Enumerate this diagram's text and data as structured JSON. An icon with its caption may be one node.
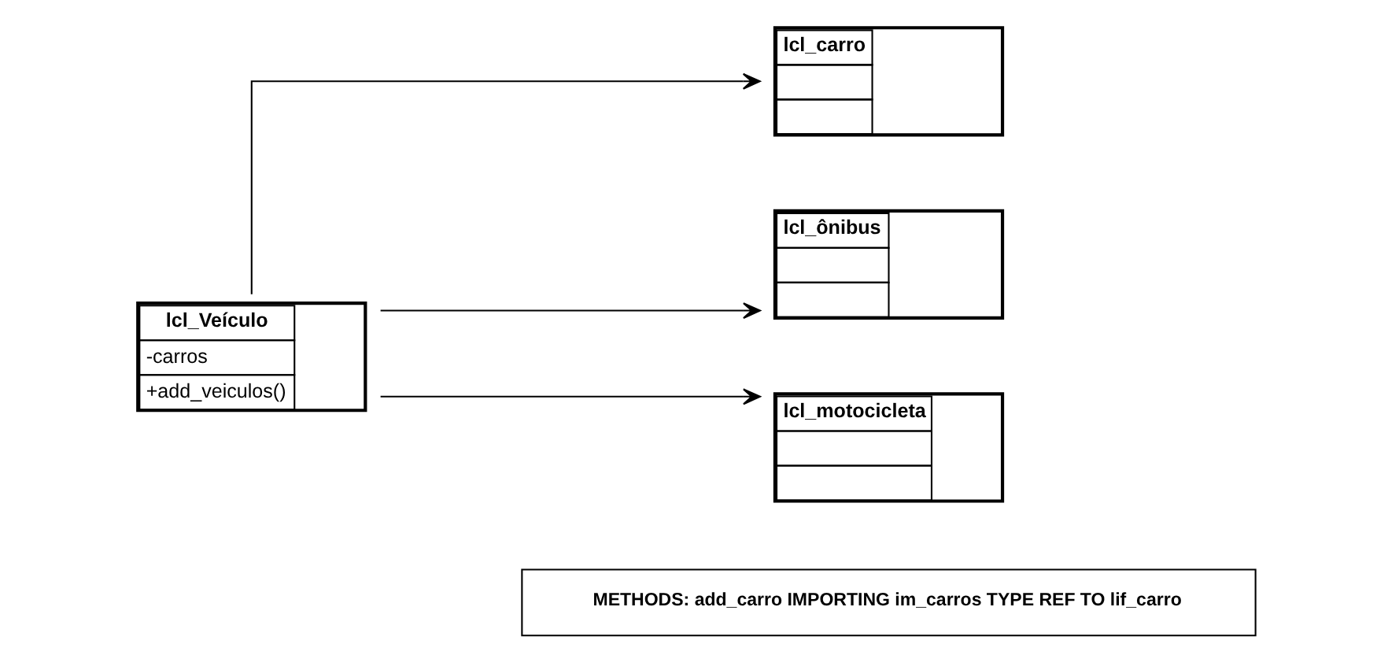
{
  "diagram": {
    "nodes": [
      {
        "text": [
          "lcl_Veículo",
          "-carros",
          "+add_veiculos()"
        ]
      },
      {
        "text": [
          "lcl_carro"
        ]
      },
      {
        "text": [
          "lcl_ônibus"
        ]
      },
      {
        "text": [
          "lcl_motocicleta"
        ]
      },
      {
        "text": [
          "METHODS: add_carro IMPORTING im_carros TYPE REF TO lif_carro"
        ]
      }
    ],
    "edges": [
      {
        "from": 0,
        "to": 1,
        "arrow": "to"
      },
      {
        "from": 0,
        "to": 2,
        "arrow": "to"
      },
      {
        "from": 0,
        "to": 3,
        "arrow": "to"
      }
    ]
  }
}
